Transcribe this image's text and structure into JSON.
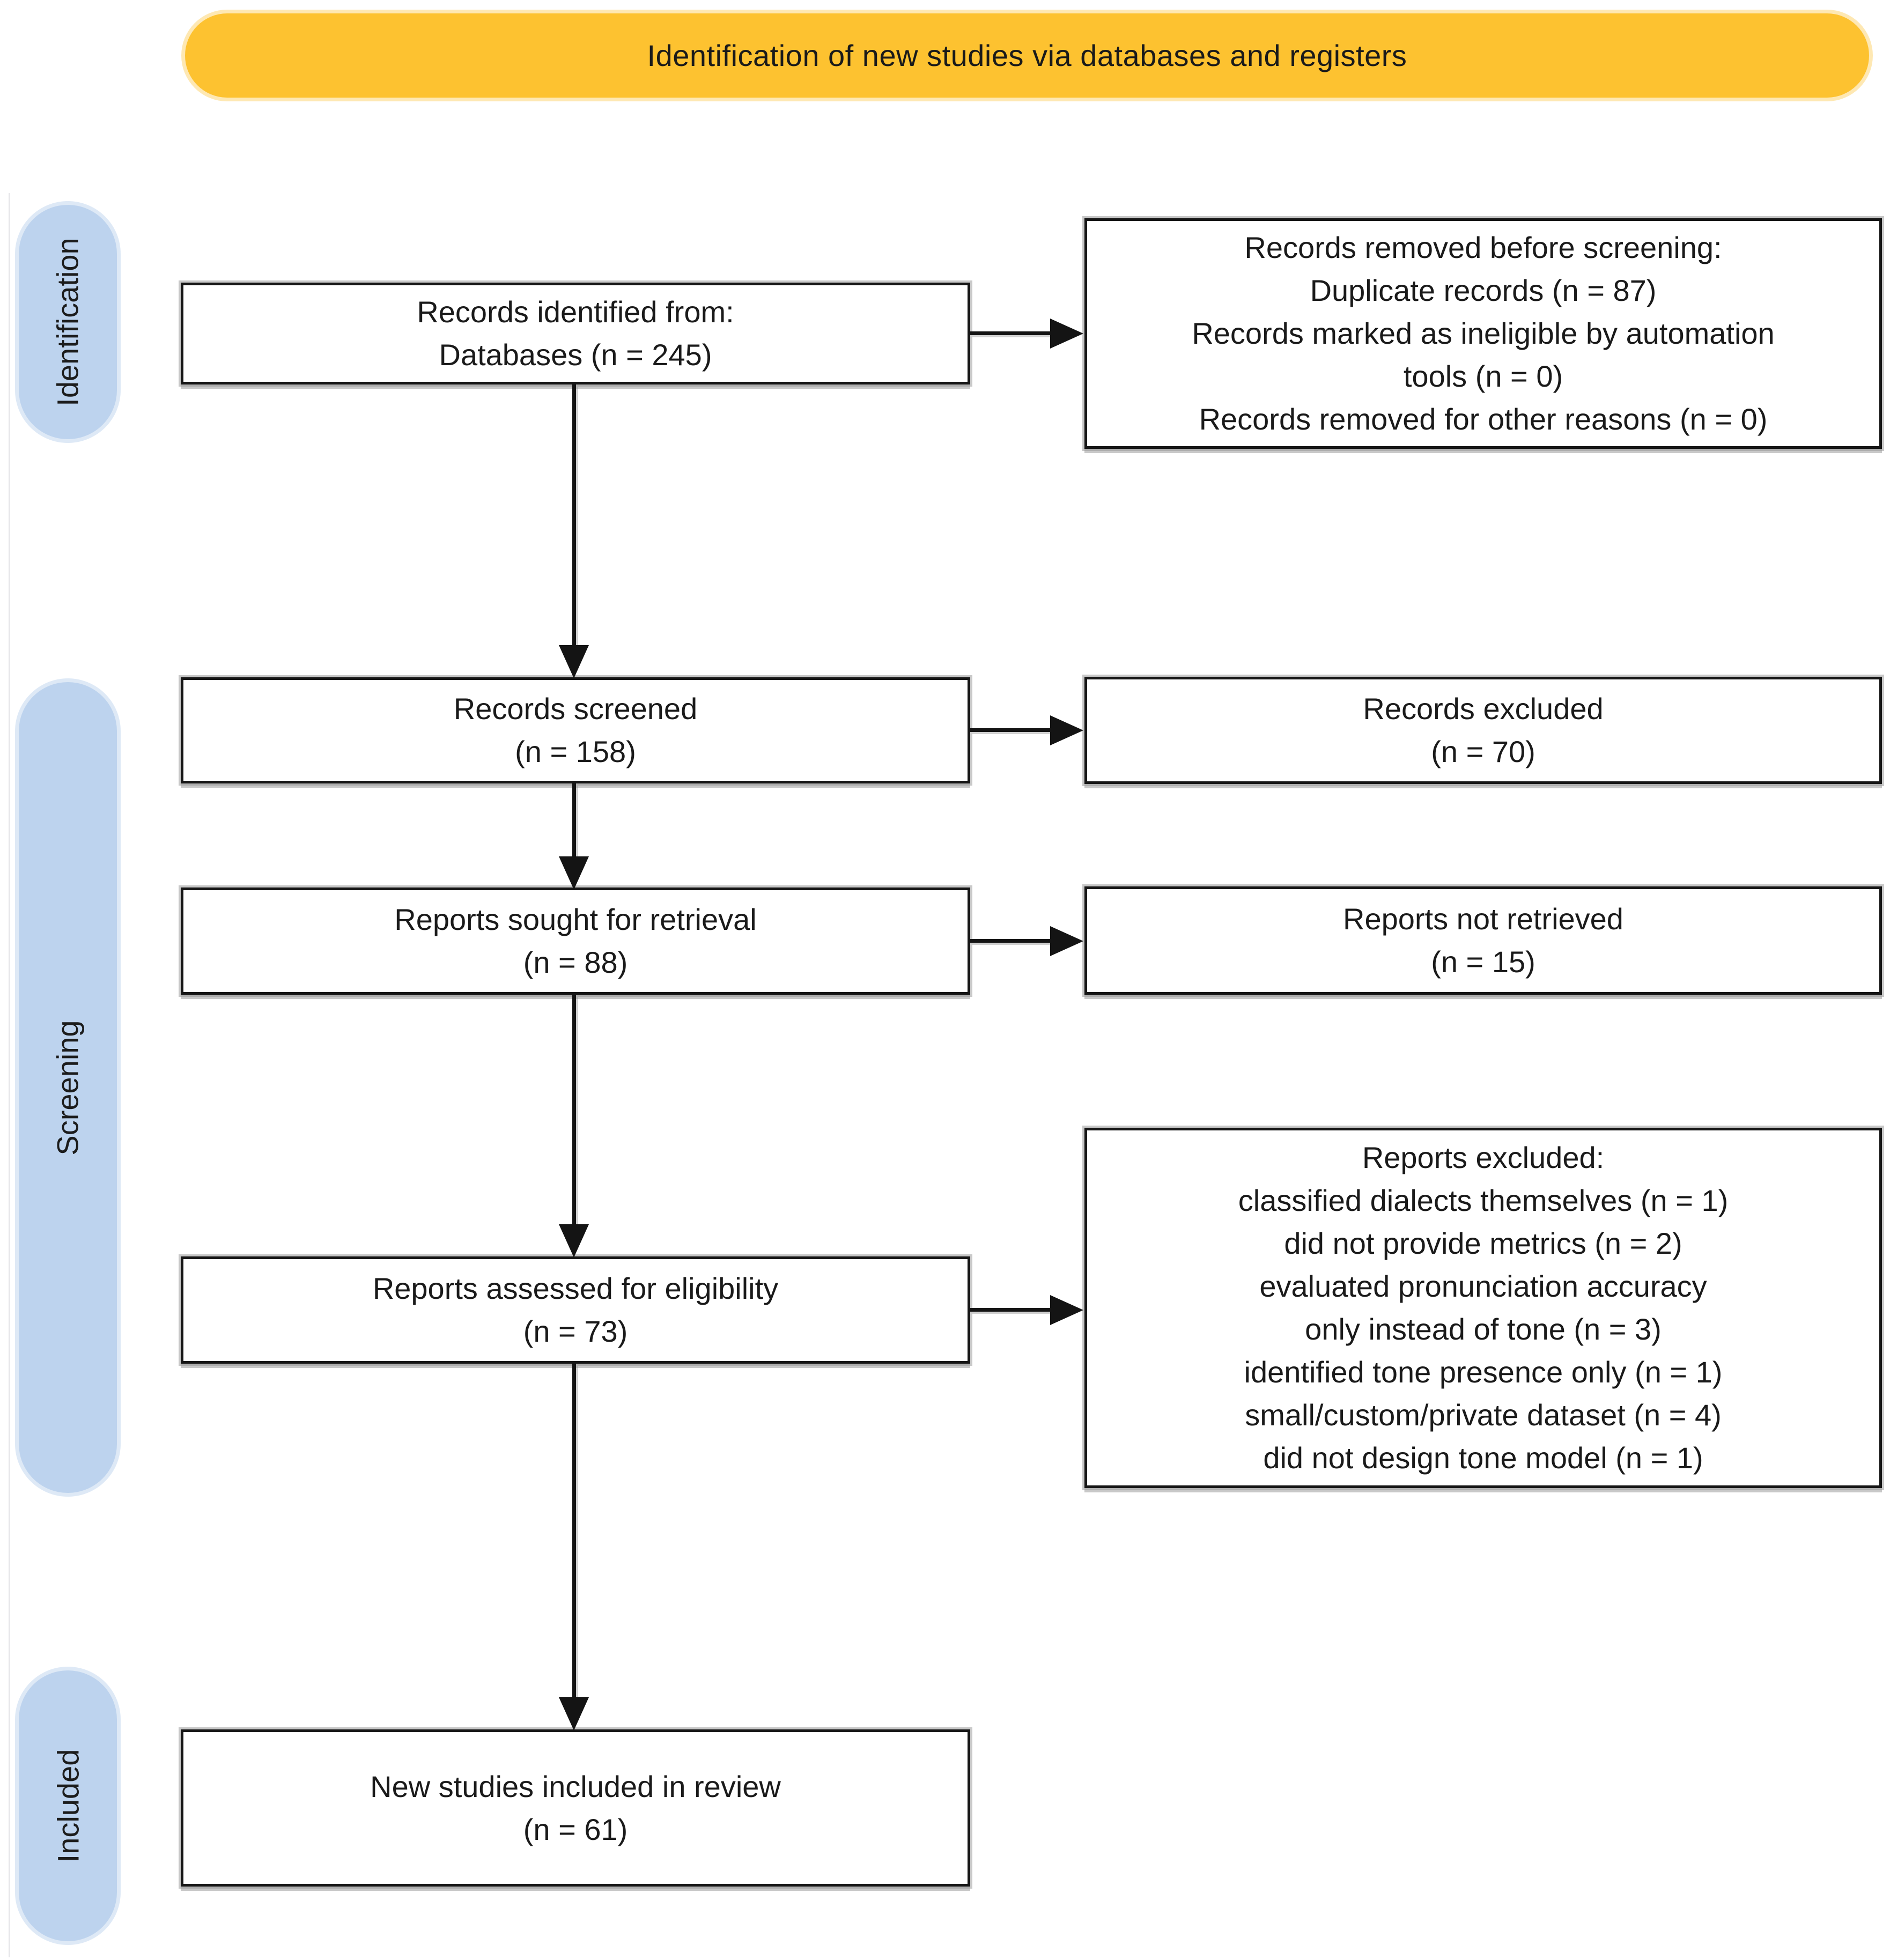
{
  "colors": {
    "banner_bg": "#FDC230",
    "stage_pill_bg": "#BDD3EE",
    "box_border": "#161616",
    "arrow": "#141414",
    "ink": "#1a1a1a"
  },
  "banner": {
    "label": "Identification of new studies via databases and registers"
  },
  "stages": {
    "identification": "Identification",
    "screening": "Screening",
    "included": "Included"
  },
  "boxes": {
    "records_identified": {
      "lines": [
        "Records identified from:",
        "Databases (n = 245)"
      ]
    },
    "records_removed": {
      "lines": [
        "Records removed before screening:",
        "Duplicate records (n = 87)",
        "Records marked as ineligible by automation",
        "tools (n = 0)",
        "Records removed for other reasons (n = 0)"
      ]
    },
    "records_screened": {
      "lines": [
        "Records screened",
        "(n = 158)"
      ]
    },
    "records_excluded": {
      "lines": [
        "Records excluded",
        "(n = 70)"
      ]
    },
    "reports_sought": {
      "lines": [
        "Reports sought for retrieval",
        "(n = 88)"
      ]
    },
    "reports_not_retrieved": {
      "lines": [
        "Reports not retrieved",
        "(n = 15)"
      ]
    },
    "reports_assessed": {
      "lines": [
        "Reports assessed for eligibility",
        "(n = 73)"
      ]
    },
    "reports_excluded": {
      "lines": [
        "Reports excluded:",
        "classified dialects themselves (n = 1)",
        "did not provide metrics (n = 2)",
        "evaluated pronunciation accuracy",
        "only instead of tone (n = 3)",
        "identified tone presence only (n = 1)",
        "small/custom/private dataset (n = 4)",
        "did not design tone model (n = 1)"
      ]
    },
    "new_studies_included": {
      "lines": [
        "New studies included in review",
        "(n = 61)"
      ]
    }
  }
}
